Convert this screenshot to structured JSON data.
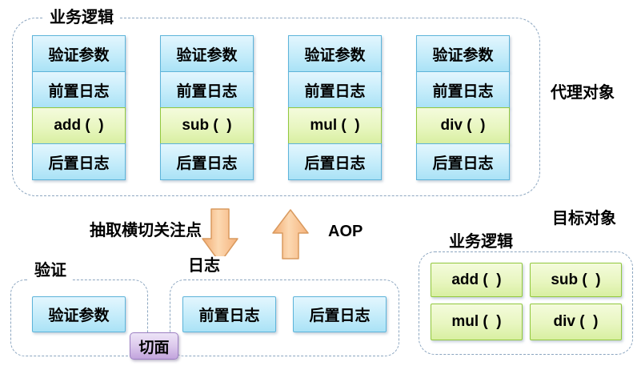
{
  "colors": {
    "dashed_border": "#8ca6c0",
    "blue_box_border": "#5db4da",
    "blue_box_gradient_top": "#e3f6fe",
    "blue_box_gradient_bottom": "#aae2f6",
    "green_box_border": "#92c83e",
    "green_box_gradient_top": "#f4fbdc",
    "green_box_gradient_bottom": "#d8efa1",
    "purple_box_border": "#9d80c3",
    "purple_box_gradient_top": "#ede4f7",
    "purple_box_gradient_bottom": "#c2a4dd",
    "arrow_fill_light": "#fcd9b2",
    "arrow_fill_dark": "#f2a96e",
    "arrow_border": "#d99a5f",
    "text": "#000000",
    "background": "#ffffff"
  },
  "proxy": {
    "title": "业务逻辑",
    "side_label": "代理对象",
    "columns": [
      [
        "验证参数",
        "前置日志",
        "add (  )",
        "后置日志"
      ],
      [
        "验证参数",
        "前置日志",
        "sub (  )",
        "后置日志"
      ],
      [
        "验证参数",
        "前置日志",
        "mul (  )",
        "后置日志"
      ],
      [
        "验证参数",
        "前置日志",
        "div (  )",
        "后置日志"
      ]
    ]
  },
  "transform": {
    "extract_label": "抽取横切关注点",
    "aop_label": "AOP"
  },
  "aspects": {
    "badge": "切面",
    "validation": {
      "title": "验证",
      "items": [
        "验证参数"
      ]
    },
    "logging": {
      "title": "日志",
      "items": [
        "前置日志",
        "后置日志"
      ]
    }
  },
  "target": {
    "side_label": "目标对象",
    "title": "业务逻辑",
    "methods": [
      "add (  )",
      "sub (  )",
      "mul (  )",
      "div (  )"
    ]
  }
}
